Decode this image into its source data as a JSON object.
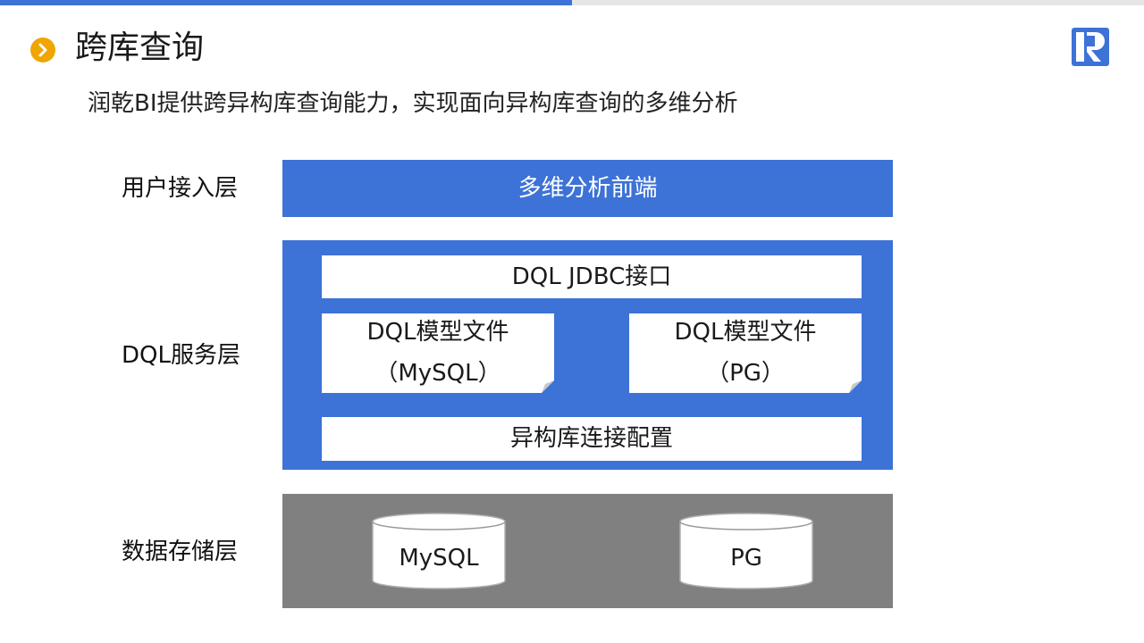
{
  "title": "跨库查询",
  "subtitle": "润乾BI提供跨异构库查询能力，实现面向异构库查询的多维分析",
  "colors": {
    "accent_blue": "#3d72d6",
    "storage_gray": "#808080",
    "bullet_orange": "#f0a500"
  },
  "layers": {
    "user": {
      "label": "用户接入层",
      "bar": "多维分析前端"
    },
    "service": {
      "label": "DQL服务层",
      "jdbc": "DQL JDBC接口",
      "model_mysql": {
        "line1": "DQL模型文件",
        "line2": "（MySQL）"
      },
      "model_pg": {
        "line1": "DQL模型文件",
        "line2": "（PG）"
      },
      "connection": "异构库连接配置"
    },
    "storage": {
      "label": "数据存储层",
      "db1": "MySQL",
      "db2": "PG"
    }
  }
}
